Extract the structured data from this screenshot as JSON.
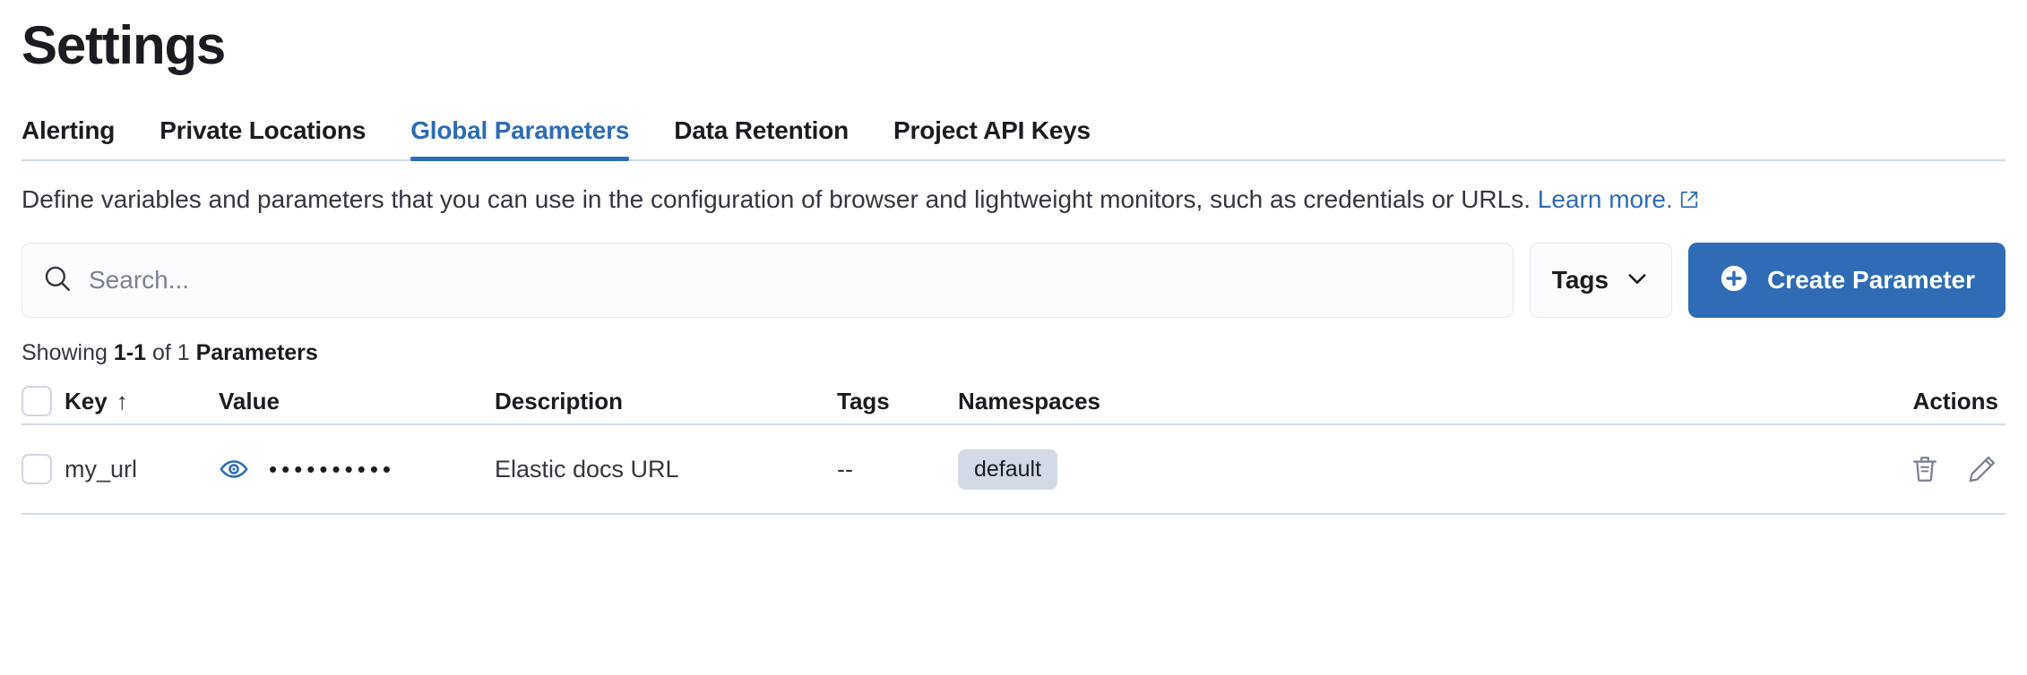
{
  "page": {
    "title": "Settings"
  },
  "tabs": [
    {
      "label": "Alerting",
      "active": false
    },
    {
      "label": "Private Locations",
      "active": false
    },
    {
      "label": "Global Parameters",
      "active": true
    },
    {
      "label": "Data Retention",
      "active": false
    },
    {
      "label": "Project API Keys",
      "active": false
    }
  ],
  "description": {
    "text": "Define variables and parameters that you can use in the configuration of browser and lightweight monitors, such as credentials or URLs.",
    "link_text": "Learn more.",
    "link_icon": "external-link-icon"
  },
  "controls": {
    "search": {
      "placeholder": "Search...",
      "value": "",
      "icon": "search-icon"
    },
    "tags_filter": {
      "label": "Tags",
      "icon": "chevron-down-icon"
    },
    "create_button": {
      "label": "Create Parameter",
      "icon": "plus-circle-icon"
    }
  },
  "results": {
    "prefix": "Showing ",
    "range": "1-1",
    "middle": " of 1 ",
    "entity": "Parameters"
  },
  "table": {
    "columns": [
      {
        "label": "Key",
        "sort": "↑"
      },
      {
        "label": "Value"
      },
      {
        "label": "Description"
      },
      {
        "label": "Tags"
      },
      {
        "label": "Namespaces"
      },
      {
        "label": "Actions"
      }
    ],
    "rows": [
      {
        "key": "my_url",
        "value_masked": "••••••••••",
        "value_toggle_icon": "eye-icon",
        "description": "Elastic docs URL",
        "tags": "--",
        "namespaces": [
          "default"
        ],
        "actions": [
          "trash-icon",
          "pencil-icon"
        ]
      }
    ]
  },
  "colors": {
    "accent": "#2f6cb5",
    "text": "#1a1c21",
    "muted": "#343741",
    "border": "#d3dae6",
    "badge_bg": "#d3dae6"
  }
}
